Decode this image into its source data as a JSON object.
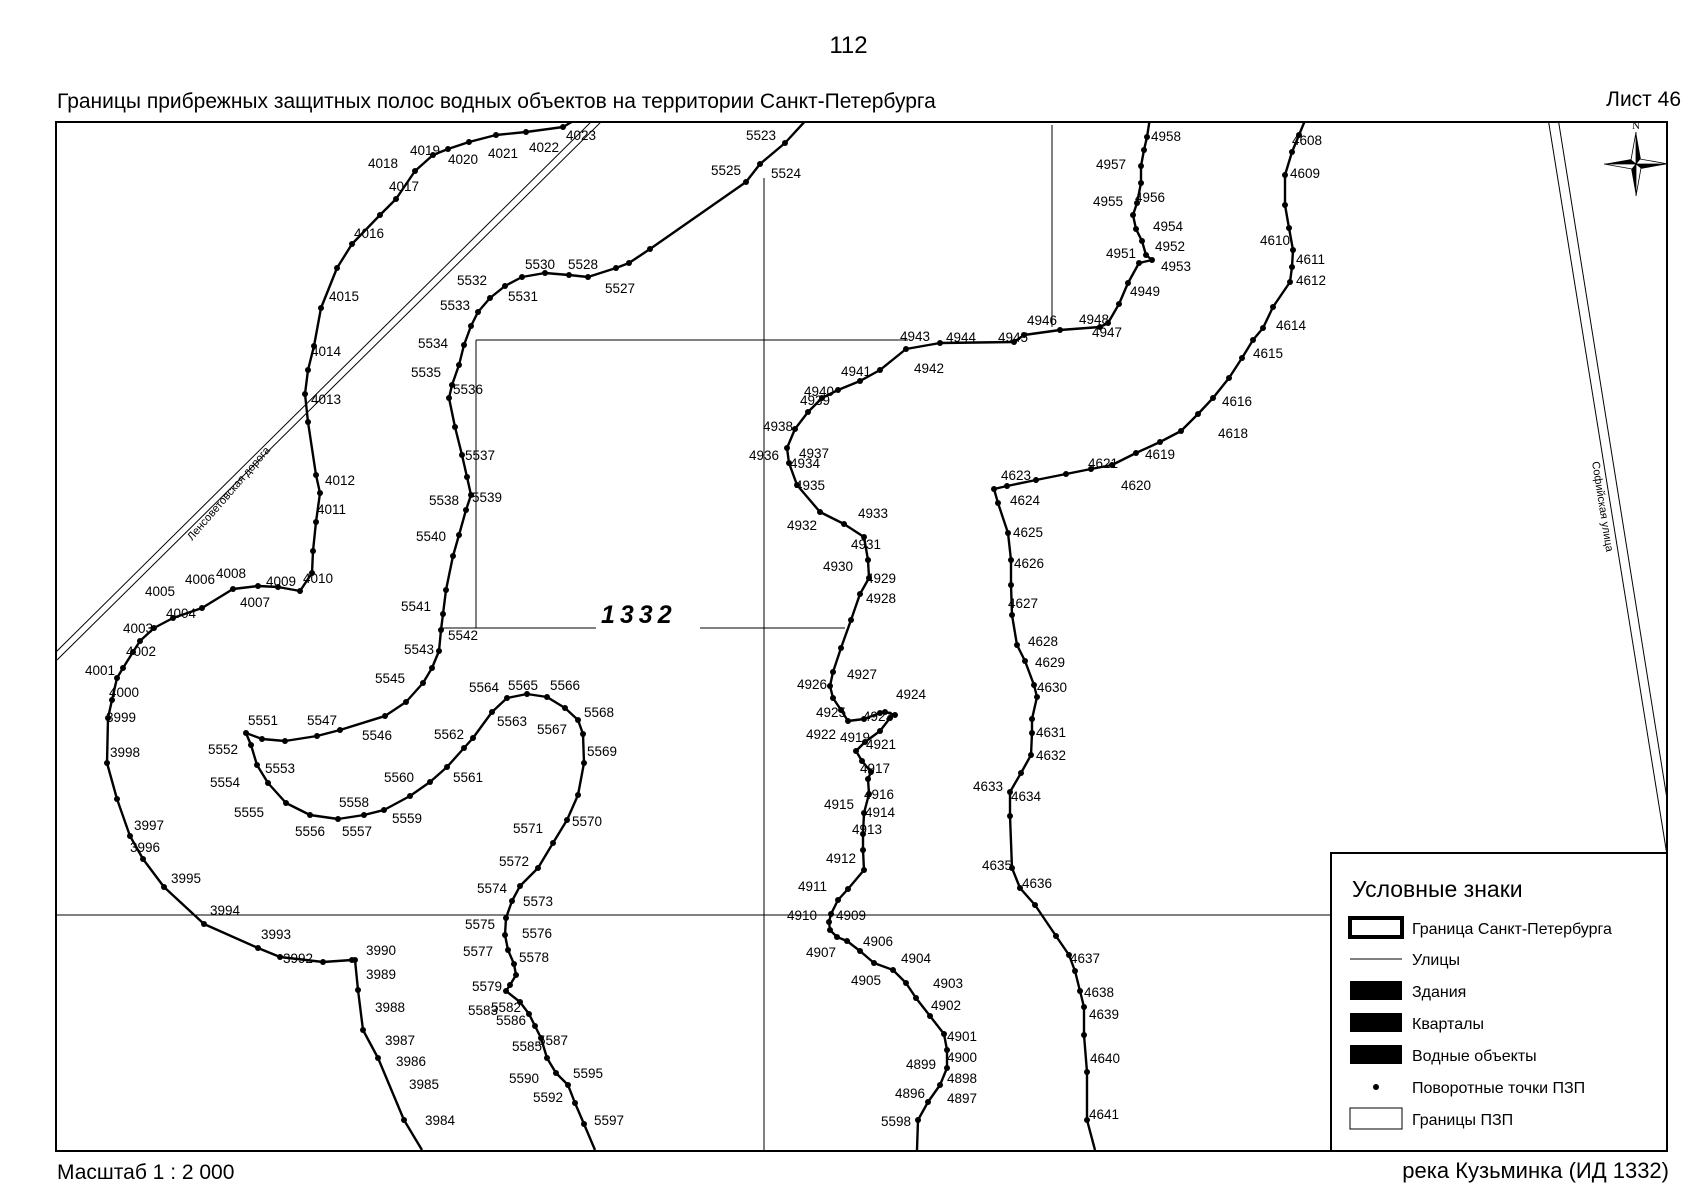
{
  "page_number": "112",
  "title": "Границы прибрежных защитных полос водных объектов на территории Санкт-Петербурга",
  "sheet": "Лист 46",
  "scale": "Масштаб 1 : 2 000",
  "river": "река Кузьминка (ИД 1332)",
  "river_id": "1332",
  "north_label": "N",
  "roads": [
    "Ленсоветовская дорога",
    "Софийская улица"
  ],
  "legend": {
    "title": "Условные знаки",
    "items": [
      {
        "label": "Граница Санкт-Петербурга",
        "symbol": "thick-outline"
      },
      {
        "label": "Улицы",
        "symbol": "thin-line"
      },
      {
        "label": "Здания",
        "symbol": "black-fill"
      },
      {
        "label": "Кварталы",
        "symbol": "black-fill"
      },
      {
        "label": "Водные объекты",
        "symbol": "black-fill"
      },
      {
        "label": "Поворотные точки ПЗП",
        "symbol": "dot"
      },
      {
        "label": "Границы ПЗП",
        "symbol": "thin-outline"
      }
    ]
  },
  "point_labels": [
    "3984",
    "3985",
    "3986",
    "3987",
    "3988",
    "3989",
    "3990",
    "3992",
    "3993",
    "3994",
    "3995",
    "3996",
    "3997",
    "3998",
    "3999",
    "4000",
    "4001",
    "4002",
    "4003",
    "4004",
    "4005",
    "4006",
    "4007",
    "4008",
    "4009",
    "4010",
    "4011",
    "4012",
    "4013",
    "4014",
    "4015",
    "4016",
    "4017",
    "4018",
    "4019",
    "4020",
    "4021",
    "4022",
    "4023",
    "5523",
    "5524",
    "5525",
    "5527",
    "5528",
    "5530",
    "5531",
    "5532",
    "5533",
    "5534",
    "5535",
    "5536",
    "5537",
    "5538",
    "5539",
    "5540",
    "5541",
    "5542",
    "5543",
    "5545",
    "5546",
    "5547",
    "5551",
    "5552",
    "5553",
    "5554",
    "5555",
    "5556",
    "5557",
    "5558",
    "5559",
    "5560",
    "5561",
    "5562",
    "5563",
    "5564",
    "5565",
    "5566",
    "5567",
    "5568",
    "5569",
    "5570",
    "5571",
    "5572",
    "5573",
    "5574",
    "5575",
    "5576",
    "5577",
    "5578",
    "5579",
    "5582",
    "5583",
    "5585",
    "5586",
    "5587",
    "5590",
    "5592",
    "5595",
    "5597",
    "5598",
    "4896",
    "4897",
    "4898",
    "4899",
    "4900",
    "4901",
    "4902",
    "4903",
    "4904",
    "4905",
    "4906",
    "4907",
    "4909",
    "4910",
    "4911",
    "4912",
    "4913",
    "4914",
    "4915",
    "4916",
    "4917",
    "4919",
    "4921",
    "4922",
    "4923",
    "4924",
    "4925",
    "4926",
    "4927",
    "4928",
    "4929",
    "4930",
    "4931",
    "4932",
    "4933",
    "4934",
    "4935",
    "4936",
    "4937",
    "4938",
    "4939",
    "4940",
    "4941",
    "4942",
    "4943",
    "4944",
    "4945",
    "4946",
    "4947",
    "4948",
    "4949",
    "4951",
    "4952",
    "4953",
    "4954",
    "4955",
    "4956",
    "4957",
    "4958",
    "4608",
    "4609",
    "4610",
    "4611",
    "4612",
    "4614",
    "4615",
    "4616",
    "4618",
    "4619",
    "4620",
    "4621",
    "4623",
    "4624",
    "4625",
    "4626",
    "4627",
    "4628",
    "4629",
    "4630",
    "4631",
    "4632",
    "4633",
    "4634",
    "4635",
    "4636",
    "4637",
    "4638",
    "4639",
    "4640",
    "4641"
  ]
}
